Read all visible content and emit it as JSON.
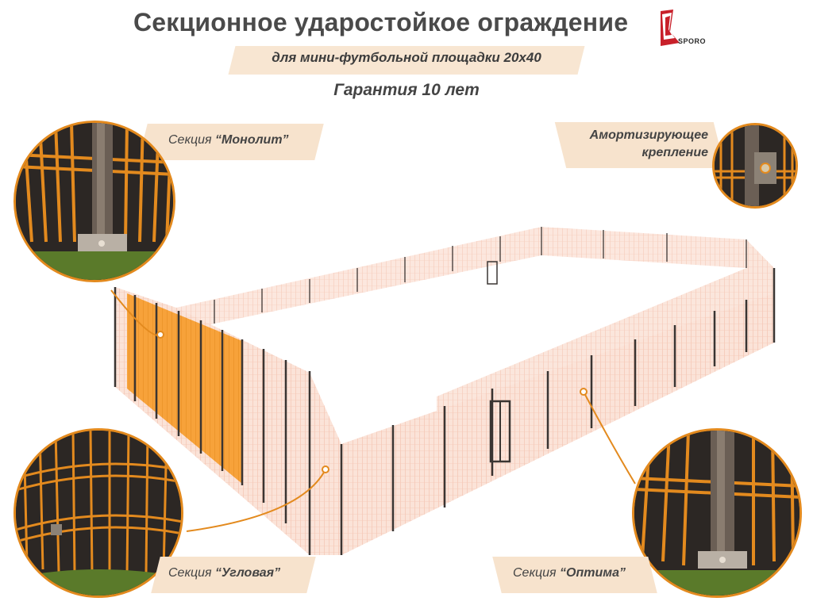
{
  "header": {
    "title": "Секционное ударостойкое ограждение",
    "subtitle": "для мини-футбольной площадки 20х40",
    "guarantee": "Гарантия 10 лет"
  },
  "brand": {
    "logo_text": "SPORO",
    "logo_icon": "sporo-logo-icon",
    "color": "#c8202a"
  },
  "callouts": {
    "monolit": {
      "prefix": "Секция ",
      "name": "“Монолит”"
    },
    "amort": {
      "line1": "Амортизирующее",
      "line2": "крепление"
    },
    "uglovaya": {
      "prefix": "Секция ",
      "name": "“Угловая”"
    },
    "optima": {
      "prefix": "Секция ",
      "name": "“Оптима”"
    }
  },
  "colors": {
    "accent_orange": "#e38a1e",
    "label_background": "#f7e3cd",
    "post_dark": "#3a3532",
    "mesh_light": "#f2b9a4"
  }
}
